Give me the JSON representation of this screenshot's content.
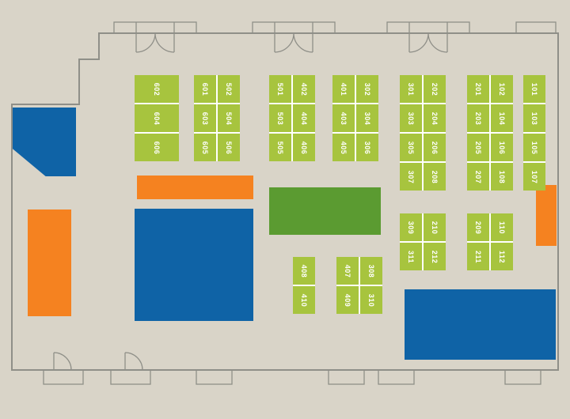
{
  "colors": {
    "background": "#d9d4c8",
    "outline": "#8f8f88",
    "booth_green": "#a7c43e",
    "booth_text": "#ffffff",
    "block_blue": "#0f63a6",
    "block_orange": "#f58220",
    "block_green": "#5b9b31"
  },
  "booth_groups": [
    {
      "id": "group-600",
      "columns": [
        [
          "602",
          "604",
          "606"
        ]
      ]
    },
    {
      "id": "group-601-500",
      "columns": [
        [
          "601",
          "603",
          "605"
        ],
        [
          "502",
          "504",
          "506"
        ]
      ]
    },
    {
      "id": "group-501-400",
      "columns": [
        [
          "501",
          "503",
          "505"
        ],
        [
          "402",
          "404",
          "406"
        ]
      ]
    },
    {
      "id": "group-401-300",
      "columns": [
        [
          "401",
          "403",
          "405"
        ],
        [
          "302",
          "304",
          "306"
        ]
      ]
    },
    {
      "id": "group-301-200",
      "columns": [
        [
          "301",
          "303",
          "305",
          "307"
        ],
        [
          "202",
          "204",
          "206",
          "208"
        ]
      ]
    },
    {
      "id": "group-201-100",
      "columns": [
        [
          "201",
          "203",
          "205",
          "207"
        ],
        [
          "102",
          "104",
          "106",
          "108"
        ]
      ]
    },
    {
      "id": "group-101",
      "columns": [
        [
          "101",
          "103",
          "105",
          "107"
        ]
      ]
    },
    {
      "id": "group-309-210",
      "columns": [
        [
          "309",
          "311"
        ],
        [
          "210",
          "212"
        ]
      ]
    },
    {
      "id": "group-209-110",
      "columns": [
        [
          "209",
          "211"
        ],
        [
          "110",
          "112"
        ]
      ]
    },
    {
      "id": "group-408",
      "columns": [
        [
          "408",
          "410"
        ]
      ]
    },
    {
      "id": "group-407-308",
      "columns": [
        [
          "407",
          "409"
        ],
        [
          "308",
          "310"
        ]
      ]
    }
  ],
  "blocks": [
    {
      "name": "block-blue-top-left",
      "color_key": "block_blue"
    },
    {
      "name": "block-orange-left",
      "color_key": "block_orange"
    },
    {
      "name": "block-orange-bar",
      "color_key": "block_orange"
    },
    {
      "name": "block-blue-center",
      "color_key": "block_blue"
    },
    {
      "name": "block-green-center",
      "color_key": "block_green"
    },
    {
      "name": "block-orange-right",
      "color_key": "block_orange"
    },
    {
      "name": "block-blue-bottom-right",
      "color_key": "block_blue"
    }
  ]
}
